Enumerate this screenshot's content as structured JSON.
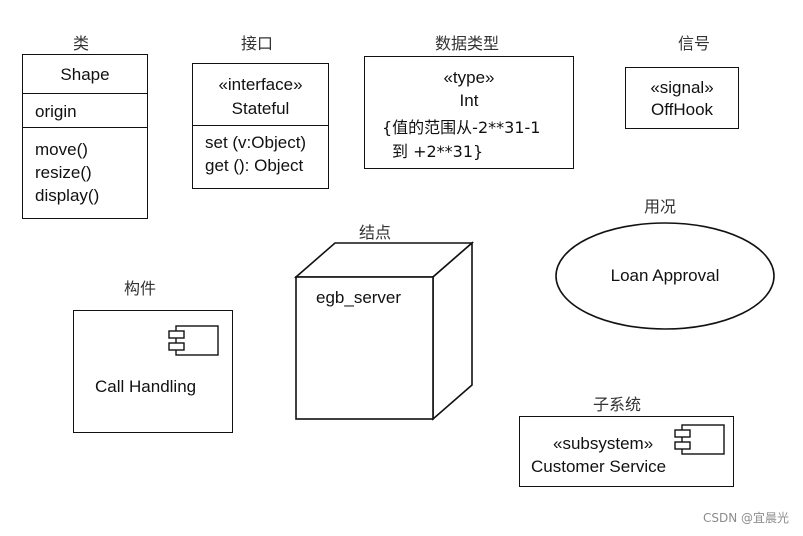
{
  "class": {
    "caption": "类",
    "name": "Shape",
    "attribute": "origin",
    "operations": [
      "move()",
      "resize()",
      "display()"
    ]
  },
  "interface": {
    "caption": "接口",
    "stereotype": "«interface»",
    "name": "Stateful",
    "operations": [
      "set (v:Object)",
      "get (): Object"
    ]
  },
  "datatype": {
    "caption": "数据类型",
    "stereotype": "«type»",
    "name": "Int",
    "constraint_line1": "{值的范围从-2**31-1",
    "constraint_line2": "到 +2**31}"
  },
  "signal": {
    "caption": "信号",
    "stereotype": "«signal»",
    "name": "OffHook"
  },
  "usecase": {
    "caption": "用况",
    "name": "Loan Approval"
  },
  "node": {
    "caption": "结点",
    "name": "egb_server"
  },
  "component": {
    "caption": "构件",
    "name": "Call Handling",
    "icon": "component-icon"
  },
  "subsystem": {
    "caption": "子系统",
    "stereotype": "«subsystem»",
    "name": "Customer Service",
    "icon": "component-icon"
  },
  "watermark": "CSDN @宜晨光"
}
